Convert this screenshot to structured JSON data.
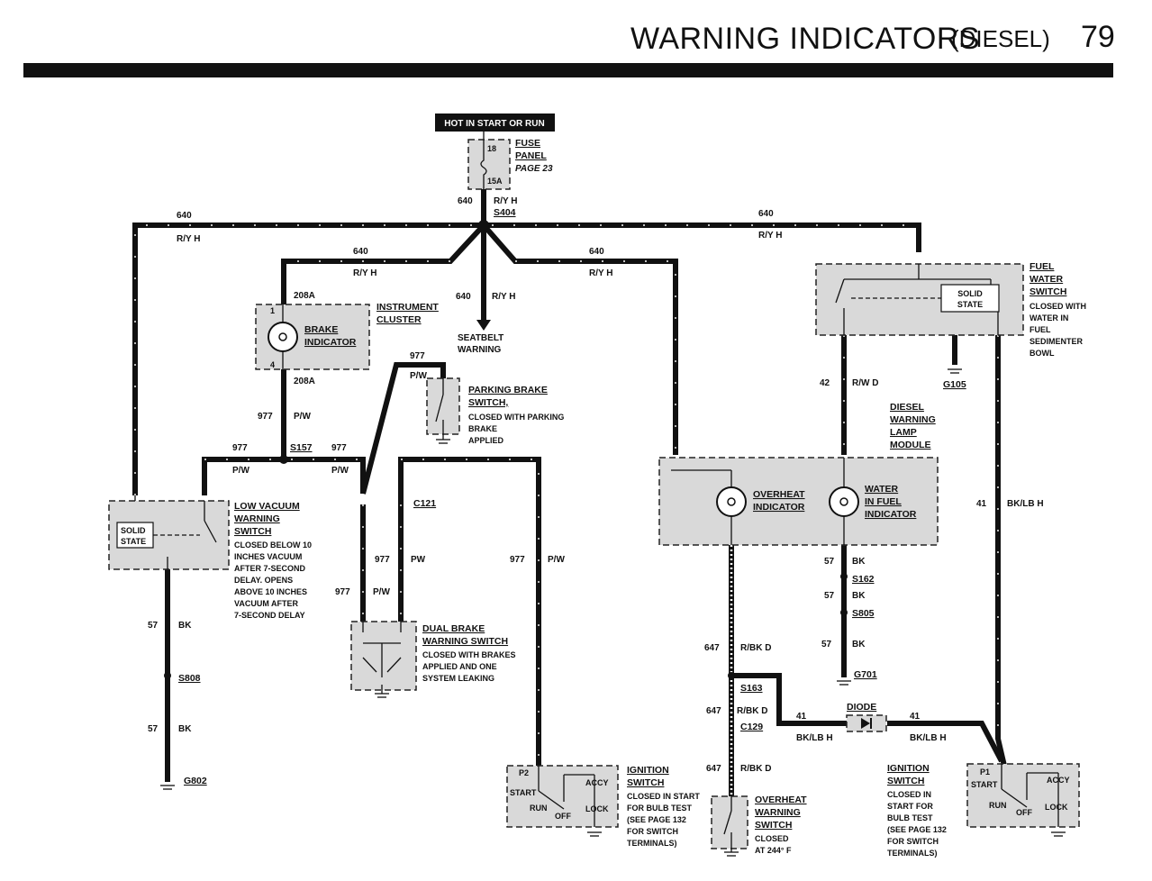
{
  "header": {
    "title": "WARNING INDICATORS",
    "subtitle": "(DIESEL)",
    "page_number": "79"
  },
  "power": {
    "hot_label": "HOT IN START OR RUN",
    "fuse_num": "18",
    "fuse_amp": "15A",
    "fuse_title1": "FUSE",
    "fuse_title2": "PANEL",
    "fuse_page": "PAGE 23"
  },
  "wires": {
    "w640": "640",
    "ry": "R/Y H",
    "rw": "R/W D",
    "w42": "42",
    "w977": "977",
    "pw": "P/W",
    "pw2": "PW",
    "w57": "57",
    "bk": "BK",
    "w647": "647",
    "rbk": "R/BK D",
    "w41": "41",
    "bklb": "BK/LB H",
    "bklbh": "BK/LB H",
    "w208": "208A"
  },
  "splices": {
    "s404": "S404",
    "s157": "S157",
    "s162": "S162",
    "s805": "S805",
    "s808": "S808",
    "s163": "S163",
    "c121": "C121",
    "c129": "C129"
  },
  "grounds": {
    "g105": "G105",
    "g701": "G701",
    "g802": "G802"
  },
  "cluster": {
    "title1": "INSTRUMENT",
    "title2": "CLUSTER",
    "brake1": "BRAKE",
    "brake2": "INDICATOR",
    "pin1": "1",
    "pin4": "4"
  },
  "seatbelt": {
    "line1": "SEATBELT",
    "line2": "WARNING"
  },
  "parking": {
    "title1": "PARKING BRAKE",
    "title2": "SWITCH,",
    "d1": "CLOSED WITH PARKING",
    "d2": "BRAKE",
    "d3": "APPLIED"
  },
  "vacuum": {
    "title1": "LOW VACUUM",
    "title2": "WARNING",
    "title3": "SWITCH",
    "solid1": "SOLID",
    "solid2": "STATE",
    "d1": "CLOSED BELOW 10",
    "d2": "INCHES VACUUM",
    "d3": "AFTER 7-SECOND",
    "d4": "DELAY. OPENS",
    "d5": "ABOVE 10 INCHES",
    "d6": "VACUUM AFTER",
    "d7": "7-SECOND DELAY"
  },
  "dualbrake": {
    "title1": "DUAL BRAKE",
    "title2": "WARNING SWITCH",
    "d1": "CLOSED WITH BRAKES",
    "d2": "APPLIED AND ONE",
    "d3": "SYSTEM LEAKING"
  },
  "fuelwater": {
    "title1": "FUEL",
    "title2": "WATER",
    "title3": "SWITCH",
    "solid1": "SOLID",
    "solid2": "STATE",
    "d1": "CLOSED WITH",
    "d2": "WATER IN",
    "d3": "FUEL",
    "d4": "SEDIMENTER",
    "d5": "BOWL"
  },
  "module": {
    "title1": "DIESEL",
    "title2": "WARNING",
    "title3": "LAMP",
    "title4": "MODULE",
    "ov1": "OVERHEAT",
    "ov2": "INDICATOR",
    "wf1": "WATER",
    "wf2": "IN FUEL",
    "wf3": "INDICATOR"
  },
  "diode": {
    "label": "DIODE"
  },
  "ign1": {
    "pin": "P2",
    "start": "START",
    "run": "RUN",
    "off": "OFF",
    "accy": "ACCY",
    "lock": "LOCK",
    "title1": "IGNITION",
    "title2": "SWITCH",
    "d1": "CLOSED IN START",
    "d2": "FOR BULB TEST",
    "d3": "(SEE PAGE 132",
    "d4": "FOR SWITCH",
    "d5": "TERMINALS)"
  },
  "ign2": {
    "pin": "P1",
    "start": "START",
    "run": "RUN",
    "off": "OFF",
    "accy": "ACCY",
    "lock": "LOCK",
    "title1": "IGNITION",
    "title2": "SWITCH",
    "d1": "CLOSED IN",
    "d2": "START FOR",
    "d3": "BULB TEST",
    "d4": "(SEE PAGE 132",
    "d5": "FOR SWITCH",
    "d6": "TERMINALS)"
  },
  "overheat_sw": {
    "title1": "OVERHEAT",
    "title2": "WARNING",
    "title3": "SWITCH",
    "d1": "CLOSED",
    "d2": "AT 244° F"
  }
}
